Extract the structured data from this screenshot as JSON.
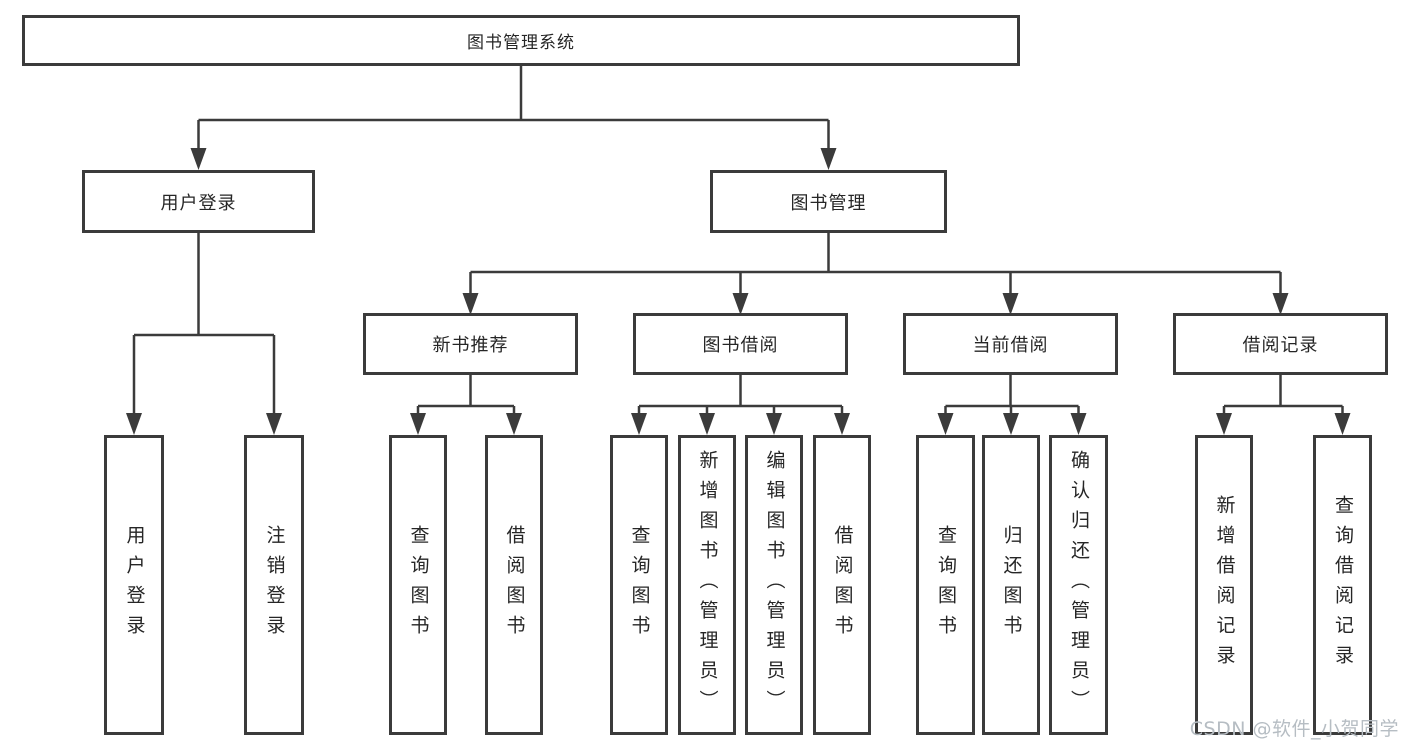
{
  "colors": {
    "line": "#3b3b3b",
    "box_border": "#3b3b3b",
    "box_bg": "#ffffff",
    "text": "#262626",
    "watermark": "#b6bdc3"
  },
  "watermark": {
    "text": "CSDN @软件_小贺同学"
  },
  "diagram": {
    "title": "图书管理系统",
    "branches": [
      {
        "label": "用户登录",
        "children": [
          {
            "label": "用户登录"
          },
          {
            "label": "注销登录"
          }
        ]
      },
      {
        "label": "图书管理",
        "children": [
          {
            "label": "新书推荐",
            "children": [
              {
                "label": "查询图书"
              },
              {
                "label": "借阅图书"
              }
            ]
          },
          {
            "label": "图书借阅",
            "children": [
              {
                "label": "查询图书"
              },
              {
                "label": "新增图书（管理员）"
              },
              {
                "label": "编辑图书（管理员）"
              },
              {
                "label": "借阅图书"
              }
            ]
          },
          {
            "label": "当前借阅",
            "children": [
              {
                "label": "查询图书"
              },
              {
                "label": "归还图书"
              },
              {
                "label": "确认归还（管理员）"
              }
            ]
          },
          {
            "label": "借阅记录",
            "children": [
              {
                "label": "新增借阅记录"
              },
              {
                "label": "查询借阅记录"
              }
            ]
          }
        ]
      }
    ]
  }
}
